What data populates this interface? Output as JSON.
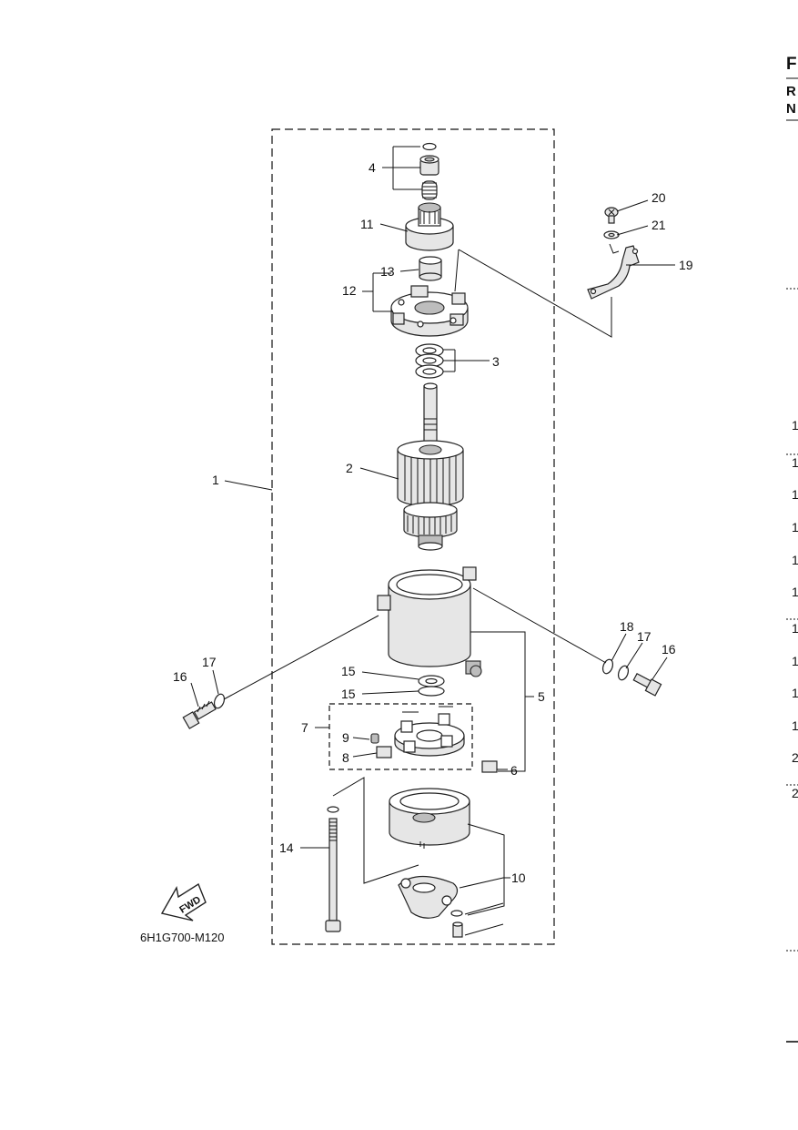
{
  "diagram": {
    "figure_code": "6H1G700-M120",
    "fwd_label": "FWD",
    "callouts": {
      "c1": "1",
      "c2": "2",
      "c3": "3",
      "c4": "4",
      "c5": "5",
      "c6": "6",
      "c7": "7",
      "c8": "8",
      "c9": "9",
      "c10": "10",
      "c11": "11",
      "c12": "12",
      "c13": "13",
      "c14": "14",
      "c15a": "15",
      "c15b": "15",
      "c16a": "16",
      "c16b": "16",
      "c17a": "17",
      "c17b": "17",
      "c18": "18",
      "c19": "19",
      "c20": "20",
      "c21": "21"
    }
  },
  "right_edge": {
    "header_1": "F",
    "header_2": "R",
    "header_3": "N",
    "rows": [
      "1",
      "1",
      "1",
      "1",
      "1",
      "1",
      "1",
      "1",
      "1",
      "1",
      "2",
      "2"
    ]
  }
}
